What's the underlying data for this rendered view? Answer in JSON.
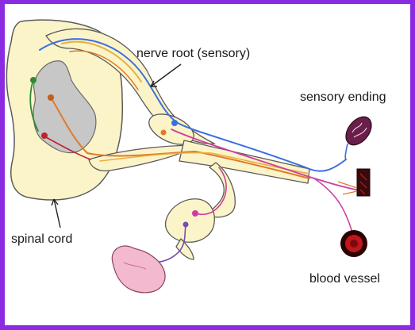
{
  "labels": {
    "nerve_root": "nerve root (sensory)",
    "sensory_ending": "sensory ending",
    "spinal_cord": "spinal cord",
    "blood_vessel": "blood vessel"
  },
  "colors": {
    "frame": "#8a2be2",
    "tissue": "#fbf4c8",
    "tissue_outline": "#5a5a5a",
    "gray_matter": "#c7c7c7",
    "sensory_fiber": "#3a6fe0",
    "motor_fiber": "#e07a2a",
    "autonomic_fiber": "#cc3ea0",
    "interneuron": "#2f8a3a",
    "efferent": "#c0222a",
    "ending_body": "#6a1f4a",
    "vessel": "#c0161c",
    "gut": "#f3b9cf"
  },
  "icons": {
    "sensory_ending": "encapsulated-receptor-icon",
    "muscle": "muscle-fiber-icon",
    "vessel": "blood-vessel-icon",
    "gut": "intestine-icon"
  }
}
